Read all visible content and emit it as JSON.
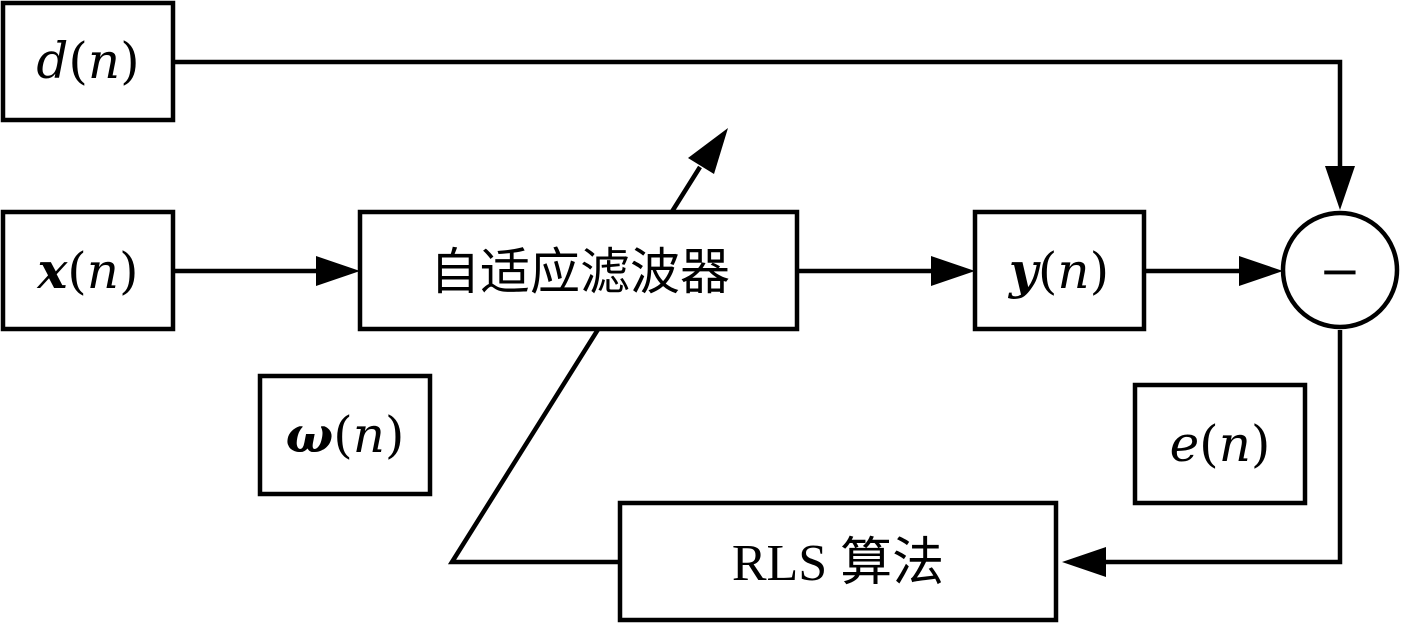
{
  "diagram": {
    "title": "",
    "blocks": {
      "desired": {
        "var": "d",
        "arg": "n"
      },
      "input": {
        "var": "x",
        "arg": "n"
      },
      "filter": {
        "label": "自适应滤波器"
      },
      "output": {
        "var": "y",
        "arg": "n"
      },
      "weights": {
        "var": "ω",
        "arg": "n"
      },
      "error": {
        "var": "e",
        "arg": "n"
      },
      "algorithm": {
        "label": "RLS 算法"
      }
    },
    "summing_junction": {
      "symbol": "−"
    },
    "colors": {
      "stroke": "#000000",
      "background": "#ffffff"
    }
  }
}
